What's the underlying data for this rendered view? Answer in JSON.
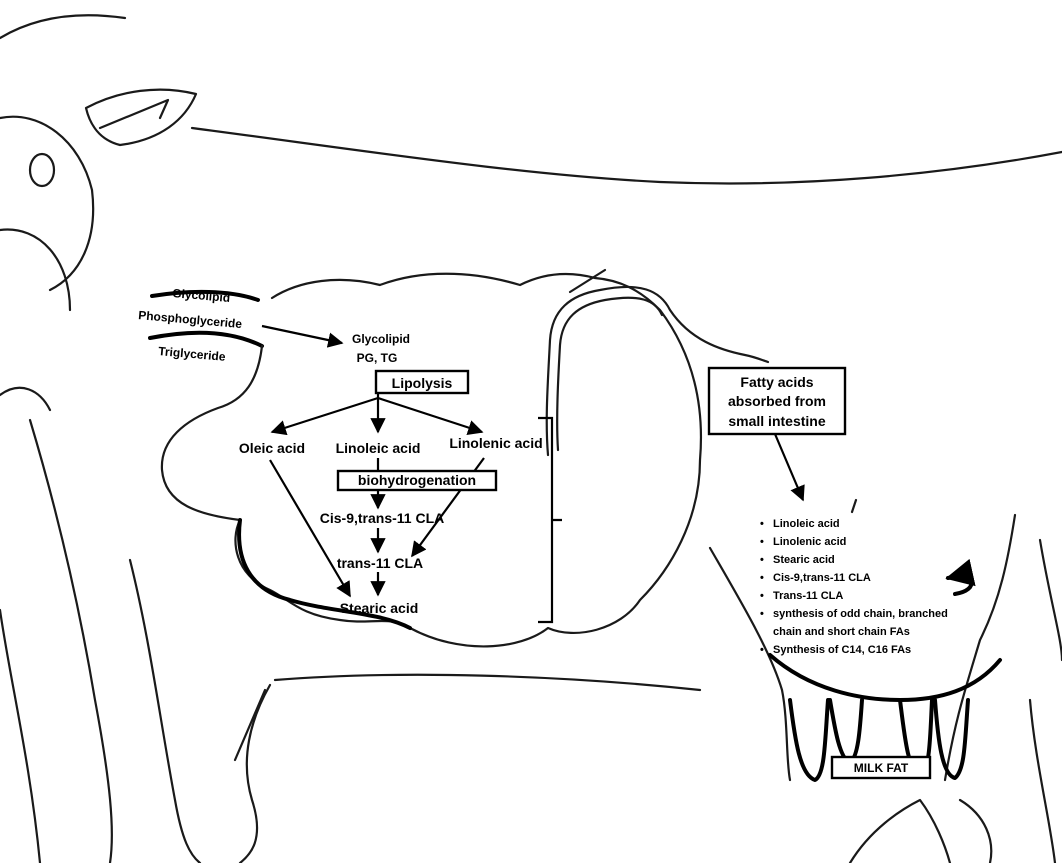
{
  "diagram": {
    "labels": {
      "glycolipid_in": "Glycolipid",
      "phosphoglyceride_in": "Phosphoglyceride",
      "triglyceride_in": "Triglyceride",
      "glycolipid_rumen": "Glycolipid",
      "pg_tg": "PG, TG",
      "lipolysis": "Lipolysis",
      "oleic": "Oleic acid",
      "linoleic": "Linoleic acid",
      "linolenic": "Linolenic acid",
      "biohydrogenation": "biohydrogenation",
      "cis9": "Cis-9,trans-11 CLA",
      "trans11": "trans-11 CLA",
      "stearic": "Stearic acid",
      "fa_box_line1": "Fatty acids",
      "fa_box_line2": "absorbed from",
      "fa_box_line3": "small intestine",
      "milk_fat": "MILK FAT"
    },
    "udder_list": [
      "Linoleic acid",
      "Linolenic acid",
      "Stearic acid",
      "Cis-9,trans-11 CLA",
      "Trans-11 CLA",
      "synthesis of odd chain, branched",
      "chain and short chain FAs",
      "Synthesis of C14, C16 FAs"
    ],
    "bullet": "•"
  }
}
